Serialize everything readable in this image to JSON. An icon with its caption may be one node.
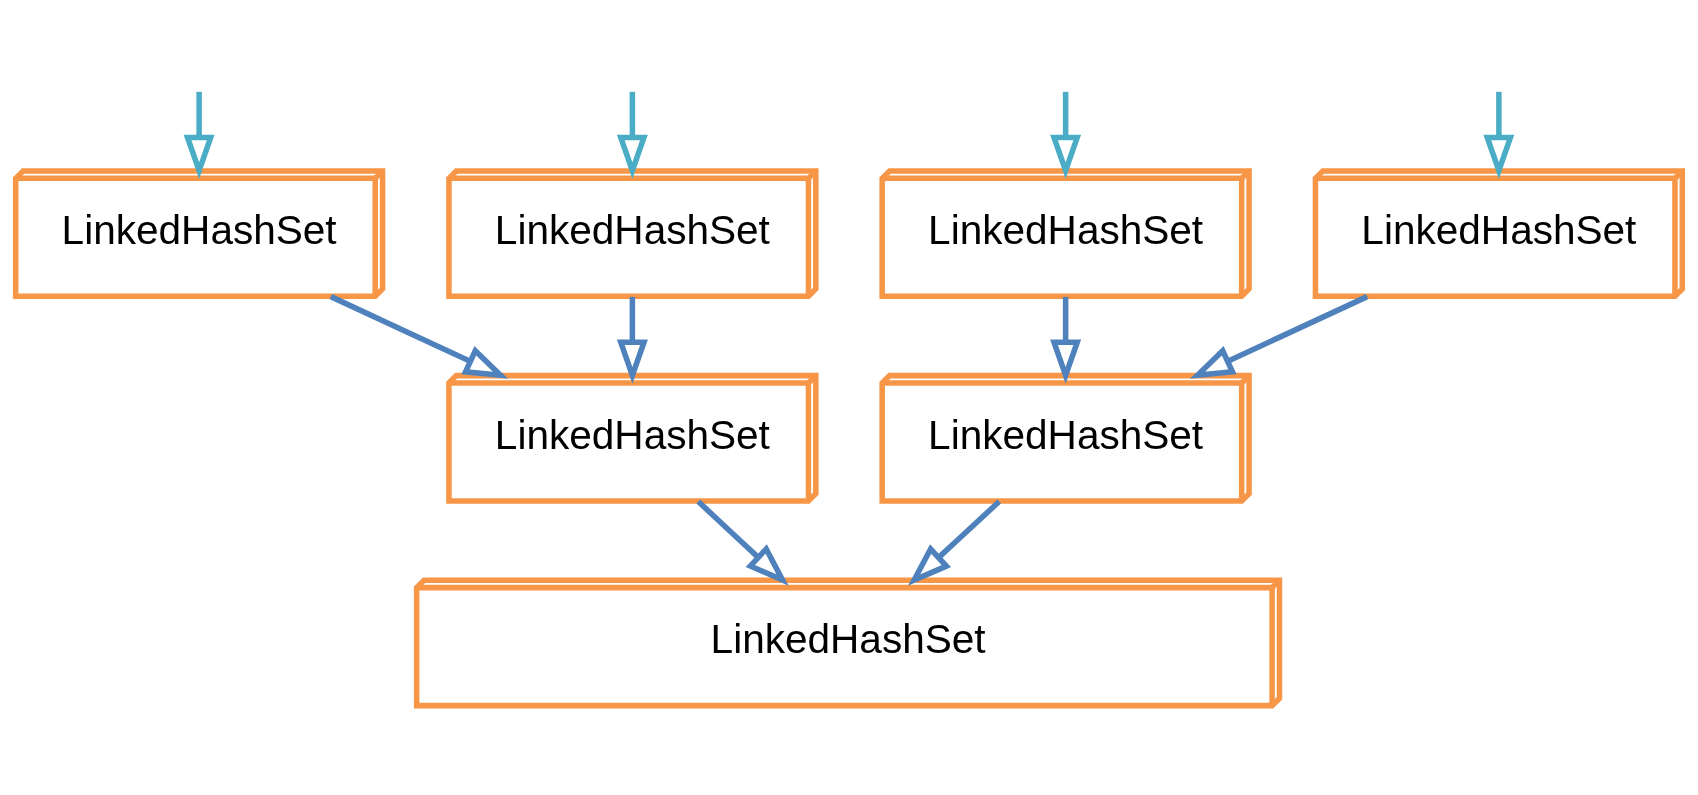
{
  "diagram": {
    "nodes": [
      {
        "text": [
          "LinkedHashSet"
        ]
      },
      {
        "text": [
          "LinkedHashSet"
        ]
      },
      {
        "text": [
          "LinkedHashSet"
        ]
      },
      {
        "text": [
          "LinkedHashSet"
        ]
      },
      {
        "text": [
          "LinkedHashSet"
        ]
      },
      {
        "text": [
          "LinkedHashSet"
        ]
      },
      {
        "text": [
          "LinkedHashSet"
        ]
      }
    ],
    "edges": [
      {
        "from": null,
        "to": 0,
        "arrow": "to",
        "color": "#4bacc6"
      },
      {
        "from": null,
        "to": 1,
        "arrow": "to",
        "color": "#4bacc6"
      },
      {
        "from": null,
        "to": 2,
        "arrow": "to",
        "color": "#4bacc6"
      },
      {
        "from": null,
        "to": 3,
        "arrow": "to",
        "color": "#4bacc6"
      },
      {
        "from": 0,
        "to": 4,
        "arrow": "to"
      },
      {
        "from": 1,
        "to": 4,
        "arrow": "to"
      },
      {
        "from": 2,
        "to": 5,
        "arrow": "to"
      },
      {
        "from": 3,
        "to": 5,
        "arrow": "to"
      },
      {
        "from": 4,
        "to": 6,
        "arrow": "to"
      },
      {
        "from": 5,
        "to": 6,
        "arrow": "to"
      }
    ]
  }
}
